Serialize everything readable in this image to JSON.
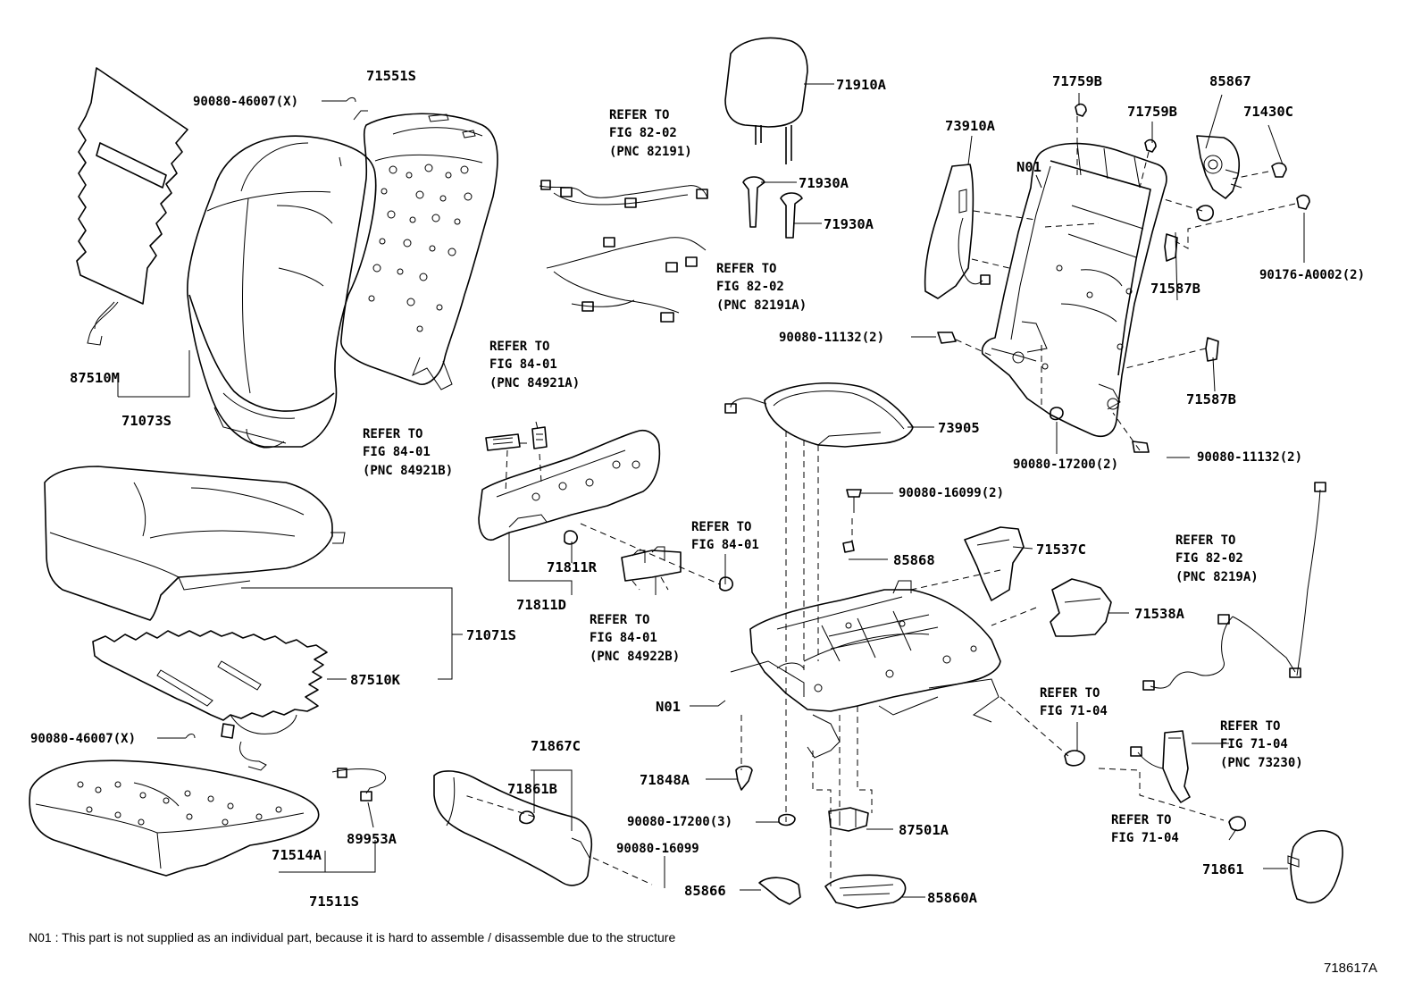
{
  "labels": {
    "p71551S": "71551S",
    "p90080_46007_top": "90080-46007(X)",
    "p87510M": "87510M",
    "p71073S": "71073S",
    "p71910A": "71910A",
    "p71930A_1": "71930A",
    "p71930A_2": "71930A",
    "p71759B_1": "71759B",
    "p71759B_2": "71759B",
    "p85867": "85867",
    "p71430C": "71430C",
    "p73910A": "73910A",
    "pN01_top": "N01",
    "p90176_A0002": "90176-A0002(2)",
    "p71587B_1": "71587B",
    "p71587B_2": "71587B",
    "p90080_11132_l": "90080-11132(2)",
    "p90080_11132_r": "90080-11132(2)",
    "p90080_17200_2": "90080-17200(2)",
    "p73905": "73905",
    "p90080_16099_2": "90080-16099(2)",
    "p85868": "85868",
    "p71537C": "71537C",
    "p71538A": "71538A",
    "p71811R": "71811R",
    "p71811D": "71811D",
    "p71071S": "71071S",
    "p87510K": "87510K",
    "p90080_46007_bot": "90080-46007(X)",
    "pN01_mid": "N01",
    "p71867C": "71867C",
    "p71861B": "71861B",
    "p71848A": "71848A",
    "p90080_17200_3": "90080-17200(3)",
    "p87501A": "87501A",
    "p90080_16099": "90080-16099",
    "p85866": "85866",
    "p85860A": "85860A",
    "p89953A": "89953A",
    "p71514A": "71514A",
    "p71511S": "71511S",
    "p71861": "71861"
  },
  "refs": {
    "r82191": [
      "REFER TO",
      "FIG 82-02",
      "(PNC 82191)"
    ],
    "r82191A": [
      "REFER TO",
      "FIG 82-02",
      "(PNC 82191A)"
    ],
    "r84921A": [
      "REFER TO",
      "FIG 84-01",
      "(PNC 84921A)"
    ],
    "r84921B": [
      "REFER TO",
      "FIG 84-01",
      "(PNC 84921B)"
    ],
    "r84_01": [
      "REFER TO",
      "FIG 84-01"
    ],
    "r84922B": [
      "REFER TO",
      "FIG 84-01",
      "(PNC 84922B)"
    ],
    "r8219A": [
      "REFER TO",
      "FIG 82-02",
      "(PNC 8219A)"
    ],
    "r71_04_a": [
      "REFER TO",
      "FIG 71-04"
    ],
    "r73230": [
      "REFER TO",
      "FIG 71-04",
      "(PNC 73230)"
    ],
    "r71_04_b": [
      "REFER TO",
      "FIG 71-04"
    ]
  },
  "footnote": "N01 : This part is not supplied as an individual part, because it is hard to assemble / disassemble due to the structure",
  "illustration_id": "718617A"
}
